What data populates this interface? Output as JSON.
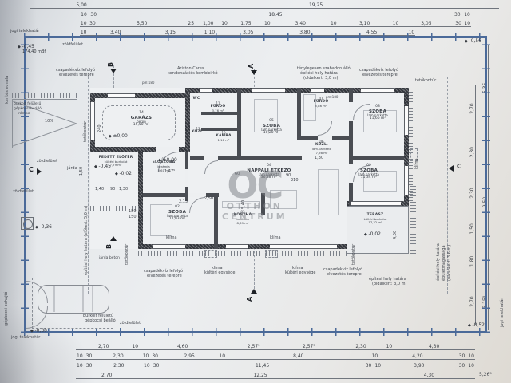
{
  "watermark": {
    "abbr": "OC",
    "name_top": "OTTHON",
    "name_bottom": "CENTRUM"
  },
  "markers": {
    "a": "A",
    "b": "B",
    "c": "C"
  },
  "levels": {
    "zero": "±0,00",
    "minus045": "-0,45",
    "mbf": "174,40 mBf",
    "minus036": "-0,36",
    "minus030": "-0,30",
    "minus002": "-0,02",
    "minus052": "-0,52",
    "minus056": "-0,56"
  },
  "annotations": {
    "jogi_telekhatar": "jogi telekhatár",
    "zoldfelulet": "zöldfelület",
    "csapadek1": "csapadékvíz lefolyó",
    "csapadek2": "elvezetés terepre",
    "klima": "klíma",
    "klima_kulteri1": "klíma",
    "klima_kulteri2": "kültéri egysége",
    "ariston1": "Ariston Cares",
    "ariston2": "kondenzációs kombicirkó",
    "tetokontur": "tetőkontúr",
    "szabadon1": "ténylegesen szabadon álló",
    "szabadon2": "építési hely határa",
    "szabadon3": "(oldalkert: 3,0 m)",
    "epitesi1": "építési hely határa",
    "epitesi_oldalkert": "(oldalkert: 3,0 m)",
    "epitesi_elokert": "építési hely határa (előkert: 5,0 m)",
    "hatso1": "építési hely határa",
    "hatso2": "épületmagassága",
    "hatso3": "(hátsókert: 3,6 m)",
    "rampa1": "burkolt felületű",
    "rampa2": "gépkocsi beálló",
    "rampa3": "- rámpa",
    "rampa_szazalek": "10%",
    "beallo1": "burkolt felületű",
    "beallo2": "gépkocsi beálló",
    "jarda": "járda",
    "jarda_beton": "járda beton",
    "kerites": "kerítés vonala",
    "gepkocsi_behajto": "gépkocsi behajtó",
    "pm180": "pm:180"
  },
  "rooms": [
    {
      "id": "14",
      "name": "GARÁZS",
      "material": "beton",
      "area": "15,50 m²"
    },
    {
      "id": "",
      "name": "FEDETT ELŐTÉR",
      "material": "kültéri burkolat",
      "area": "7,79 m²"
    },
    {
      "id": "01",
      "name": "ELŐSZOBA",
      "material": "kerámia",
      "area": "5,61 m²"
    },
    {
      "id": "11",
      "name": "FÜRDŐ",
      "material": "kerámia",
      "area": "3,76 m²"
    },
    {
      "id": "12",
      "name": "WC",
      "material": "kerámia",
      "area": "1,50 m²"
    },
    {
      "id": "13",
      "name": "KÖZL.",
      "material": "kerámia",
      "area": "2,10 m²"
    },
    {
      "id": "10",
      "name": "KAMRA",
      "material": "kerámia",
      "area": "1,18 m²"
    },
    {
      "id": "05",
      "name": "SZOBA",
      "material": "lam.parketta",
      "area": "10,20 m²"
    },
    {
      "id": "07",
      "name": "FÜRDŐ",
      "material": "kerámia",
      "area": "5,86 m²"
    },
    {
      "id": "06",
      "name": "KÖZL.",
      "material": "lam.parketta",
      "area": "7,98 m²"
    },
    {
      "id": "08",
      "name": "SZOBA",
      "material": "lam.parketta",
      "area": "11,66 m²"
    },
    {
      "id": "09",
      "name": "SZOBA",
      "material": "lam.parketta",
      "area": "11,34 m²"
    },
    {
      "id": "02",
      "name": "SZOBA",
      "material": "lam.parketta",
      "area": "12,03 m²"
    },
    {
      "id": "03",
      "name": "KONYHA",
      "material": "kerámia",
      "area": "8,69 m²"
    },
    {
      "id": "04",
      "name": "NAPPALI ÉTKEZŐ",
      "material": "lam.parketta",
      "area": "36,88 m²"
    },
    {
      "id": "",
      "name": "TERASZ",
      "material": "kültéri burkolat",
      "area": "17,32 m²"
    }
  ],
  "dims_top": {
    "rows": [
      [
        "5,00",
        "19,25"
      ],
      [
        "10",
        "30",
        "18,45",
        "30",
        "10"
      ],
      [
        "10",
        "30",
        "5,50",
        "25",
        "1,00",
        "10",
        "1,75",
        "10",
        "3,40",
        "10",
        "3,10",
        "10",
        "3,05",
        "30",
        "10"
      ],
      [
        "10",
        "3,40",
        "3,15",
        "1,10",
        "3,05",
        "3,80",
        "4,55",
        "10"
      ]
    ]
  },
  "dims_bottom": {
    "rows": [
      [
        "2,70",
        "10",
        "4,60",
        "2,57⁵",
        "2,57⁵",
        "2,30",
        "10",
        "4,30"
      ],
      [
        "10",
        "30",
        "2,30",
        "10",
        "30",
        "2,95",
        "10",
        "8,40",
        "10",
        "4,20",
        "30",
        "10"
      ],
      [
        "10",
        "30",
        "2,30",
        "10",
        "30",
        "11,45",
        "30",
        "10",
        "3,90",
        "30",
        "10"
      ],
      [
        "2,70",
        "12,25",
        "4,30"
      ]
    ],
    "extra": "5,26⁵"
  },
  "dims_right": {
    "outer": [
      "3,15⁵",
      "9,50",
      "5,35"
    ],
    "inner": [
      "2,70",
      "1,80",
      "1,50",
      "2,30",
      "2,30",
      "2,70"
    ]
  },
  "inner_dims": [
    "2,50",
    "2,15",
    "5,40",
    "1,47⁵",
    "1,30",
    "4,00",
    "1,50",
    "1,40",
    "90",
    "1,30",
    "180",
    "150",
    "210",
    "90",
    "240",
    "60"
  ]
}
